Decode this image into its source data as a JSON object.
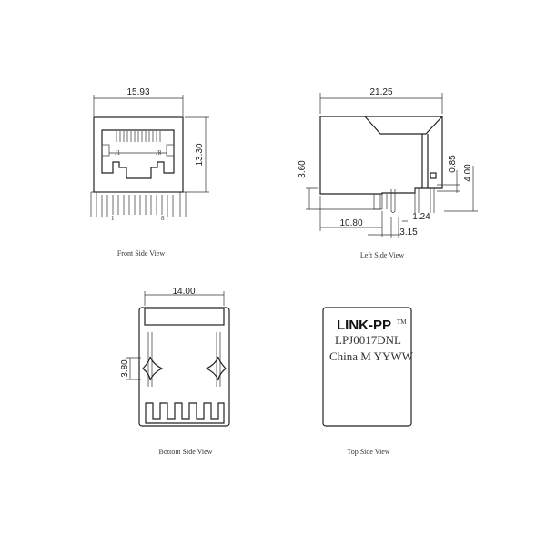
{
  "front_view": {
    "caption": "Front Side View",
    "width_dim": "15.93",
    "height_dim": "13.30",
    "label_j1": "J1",
    "label_j8": "J8",
    "pin_1": "1",
    "pin_8": "8"
  },
  "left_view": {
    "caption": "Left Side View",
    "length_dim": "21.25",
    "dim_3_60": "3.60",
    "dim_0_85": "0.85",
    "dim_4_00": "4.00",
    "dim_10_80": "10.80",
    "dim_1_24": "1.24",
    "dim_3_15": "3.15"
  },
  "bottom_view": {
    "caption": "Bottom Side View",
    "width_dim": "14.00",
    "dim_3_80": "3.80"
  },
  "top_view": {
    "caption": "Top Side View",
    "brand": "LINK-PP",
    "trademark": "TM",
    "part_number": "LPJ0017DNL",
    "origin_line": "China M YYWW"
  }
}
